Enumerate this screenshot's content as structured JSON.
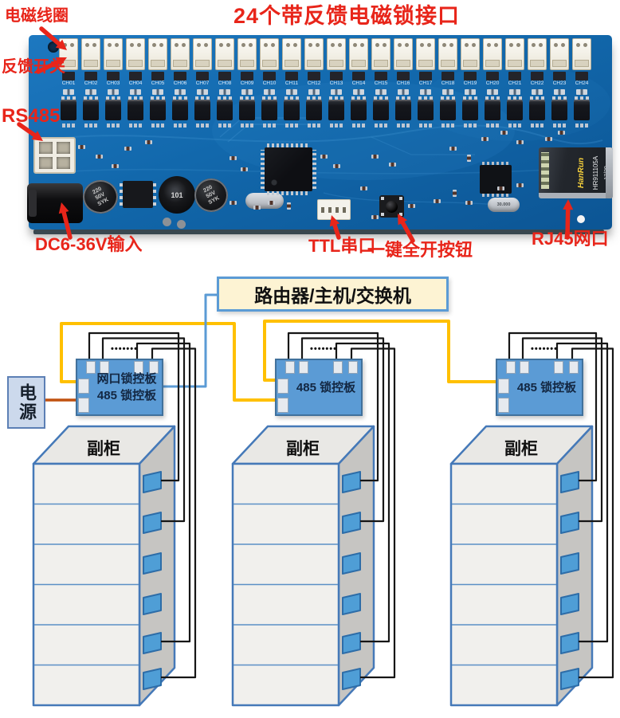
{
  "title": "24个带反馈电磁锁接口",
  "pcb": {
    "annotations": {
      "coil": "电磁线圈",
      "feedback": "反馈开关",
      "rs485": "RS485",
      "dc_input": "DC6-36V输入",
      "ttl": "TTL串口",
      "all_open": "一键全开按钮",
      "rj45": "RJ45网口"
    },
    "channels": [
      "CH01",
      "CH02",
      "CH03",
      "CH04",
      "CH05",
      "CH06",
      "CH07",
      "CH08",
      "CH09",
      "CH10",
      "CH11",
      "CH12",
      "CH13",
      "CH14",
      "CH15",
      "CH16",
      "CH17",
      "CH18",
      "CH19",
      "CH20",
      "CH21",
      "CH22",
      "CH23",
      "CH24"
    ],
    "parts": {
      "cap_lines": [
        "220",
        "50V",
        "SYK"
      ],
      "inductor": "101",
      "crystal": "30.000",
      "rj45_brand": "HanRun",
      "rj45_model": "HR911105A",
      "rj45_date": "17/20"
    }
  },
  "diagram": {
    "router_label": "路由器/主机/交换机",
    "power_label": "电源",
    "boards": [
      {
        "lines": [
          "网口锁控板",
          "485 锁控板"
        ]
      },
      {
        "lines": [
          "485 锁控板"
        ]
      },
      {
        "lines": [
          "485 锁控板"
        ]
      }
    ],
    "cabinet_label": "副柜",
    "dots": "•••••••"
  },
  "colors": {
    "red": "#e8251a",
    "yellow": "#FFC000",
    "netblue": "#5B9BD5",
    "powerwire": "#C0510F",
    "lockblue": "#4F9ED6",
    "boardblue": "#5B9BD5",
    "boardborder": "#41719C",
    "routerfill": "#FDF3D3",
    "powerfill": "#CCD9EC",
    "pcbblue": "#1268AC"
  }
}
